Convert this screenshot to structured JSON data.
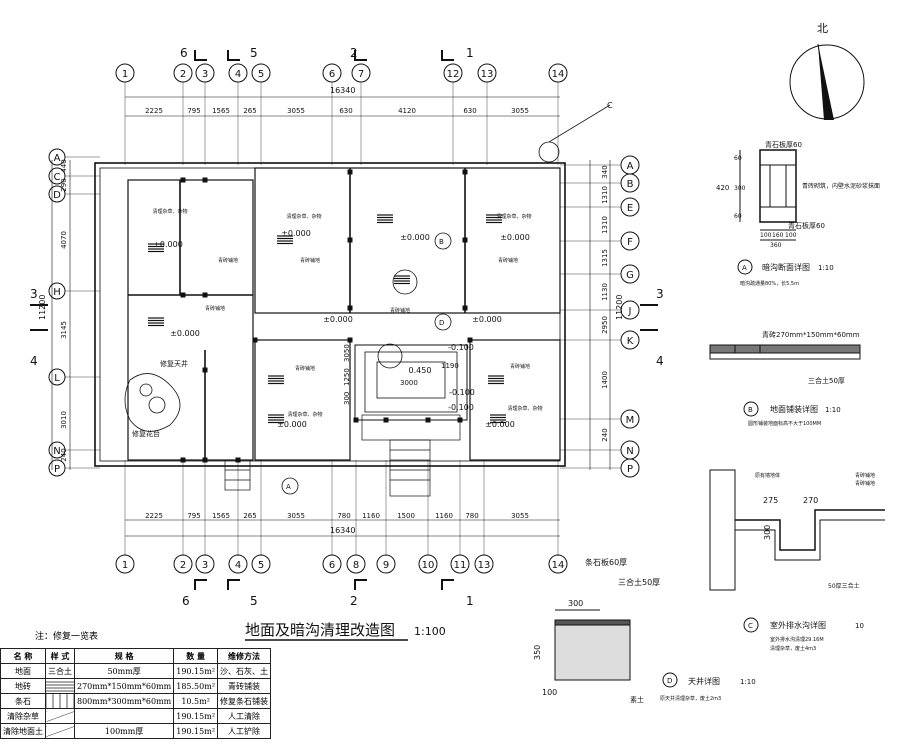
{
  "drawing": {
    "title": "地面及暗沟清理改造图",
    "scale": "1:100",
    "north": "北",
    "dim_top_total": "16340",
    "dim_bottom_total": "16340",
    "dim_top": [
      "2225",
      "795",
      "1565",
      "265",
      "3055",
      "630",
      "4120",
      "630",
      "3055"
    ],
    "dim_bottom": [
      "2225",
      "795",
      "1565",
      "265",
      "3055",
      "780",
      "1160",
      "1500",
      "1160",
      "780",
      "3055"
    ],
    "dim_left": [
      "440",
      "290",
      "4070",
      "3145",
      "3010",
      "240"
    ],
    "dim_left_total": "11200",
    "dim_right": [
      "340",
      "1310",
      "1310",
      "1315",
      "1130",
      "2950",
      "1400",
      "240"
    ],
    "dim_right_total": "11200",
    "axes_top": [
      "1",
      "2",
      "3",
      "4",
      "5",
      "6",
      "7",
      "12",
      "13",
      "14"
    ],
    "axes_bottom": [
      "1",
      "2",
      "3",
      "4",
      "5",
      "6",
      "8",
      "9",
      "10",
      "11",
      "13",
      "14"
    ],
    "axes_left": [
      "A",
      "C",
      "D",
      "H",
      "L",
      "N",
      "P"
    ],
    "axes_right": [
      "A",
      "B",
      "E",
      "F",
      "G",
      "J",
      "K",
      "M",
      "N",
      "P"
    ],
    "section_marks": [
      "6",
      "5",
      "2",
      "1",
      "3",
      "4"
    ],
    "elevations": [
      "±0.000",
      "±0.000",
      "±0.000",
      "±0.000",
      "±0.000",
      "±0.000",
      "±0.000",
      "±0.000",
      "±0.000",
      "-0.100",
      "-0.100",
      "0.450",
      "-0.100"
    ],
    "room_note": "清理杂草、杂物",
    "floor_note": "青砖铺地",
    "labels": {
      "skywell": "修复天井",
      "flowerbed": "修复花台",
      "detail_c": "C",
      "detail_b": "B",
      "detail_d": "D",
      "detail_a": "A",
      "dim_1190": "1190",
      "dim_3000": "3000",
      "dim_1250": "1250",
      "dim_300": "300",
      "dim_3050": "3050"
    }
  },
  "details": {
    "a": {
      "title": "暗沟断面详图",
      "scale": "1:10",
      "note": "暗沟疏通量80%，长5.5m",
      "top": "青石板厚60",
      "bottom": "青石板厚60",
      "side": "青砖砌筑，内壁水泥砂浆抹面",
      "d60": "60",
      "d300": "300",
      "d420": "420",
      "d60b": "60",
      "w100": "100",
      "w160": "160",
      "w100b": "100",
      "w360": "360"
    },
    "b": {
      "title": "地面铺装详图",
      "scale": "1:10",
      "note": "圆形铺装地面标高不大于100MM",
      "brick": "青砖270mm*150mm*60mm",
      "base": "三合土50厚"
    },
    "c": {
      "title": "室外排水沟详图",
      "scale": "10",
      "note1": "室外排水沟清理29.16M",
      "note2": "清理杂草，废土4m3",
      "brick1": "原有墙地体",
      "brick2": "青砖铺地",
      "brick3": "青砖铺地",
      "d275": "275",
      "d270": "270",
      "d300": "300",
      "base": "50厚三合土"
    },
    "d": {
      "title": "天井详图",
      "scale": "1:10",
      "note": "原天井清理杂草，废土2m3",
      "stone": "条石板60厚",
      "base": "三合土50厚",
      "soil": "素土",
      "d300": "300",
      "d350": "350",
      "d100": "100"
    }
  },
  "table": {
    "caption": "注：修复一览表",
    "headers": [
      "名 称",
      "样 式",
      "规 格",
      "数 量",
      "维修方法"
    ],
    "rows": [
      [
        "地面",
        "三合土",
        "50mm厚",
        "190.15m²",
        "沙、石灰、土"
      ],
      [
        "地砖",
        "",
        "270mm*150mm*60mm",
        "185.50m²",
        "青砖铺装"
      ],
      [
        "条石",
        "",
        "800mm*300mm*60mm",
        "10.5m²",
        "修复条石铺装"
      ],
      [
        "清除杂草",
        "",
        "",
        "190.15m²",
        "人工清除"
      ],
      [
        "清除地面土",
        "",
        "100mm厚",
        "190.15m²",
        "人工铲除"
      ]
    ]
  }
}
